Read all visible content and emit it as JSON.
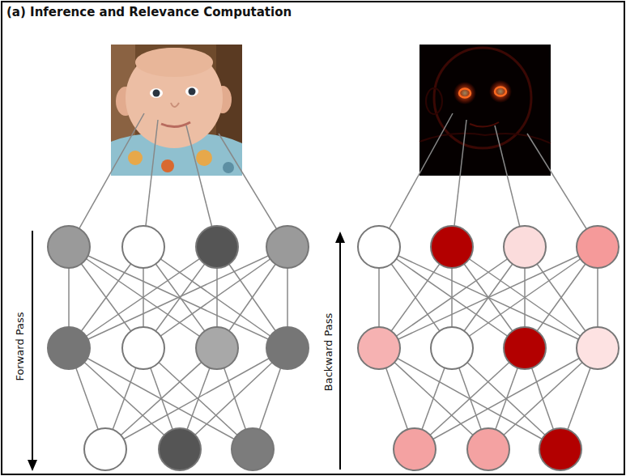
{
  "diagram": {
    "title": "(a) Inference and Relevance Computation",
    "labels": [
      "Forward Pass",
      "Backward Pass"
    ]
  }
}
